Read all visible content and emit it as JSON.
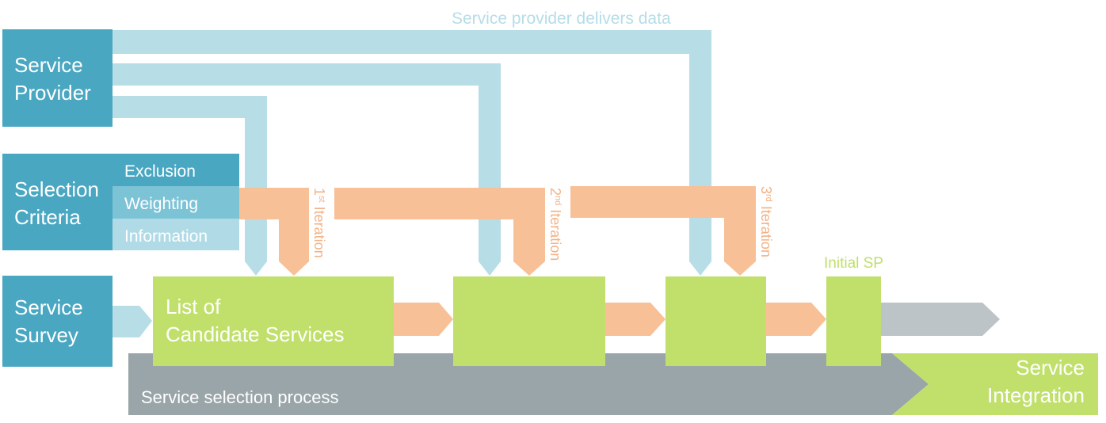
{
  "labels": {
    "delivers_data": "Service provider delivers data",
    "service_provider_l1": "Service",
    "service_provider_l2": "Provider",
    "selection_criteria_l1": "Selection",
    "selection_criteria_l2": "Criteria",
    "exclusion": "Exclusion",
    "weighting": "Weighting",
    "information": "Information",
    "service_survey_l1": "Service",
    "service_survey_l2": "Survey",
    "candidate_l1": "List of",
    "candidate_l2": "Candidate Services",
    "iter1_sup": "st",
    "iter1_num": "1",
    "iter2_num": "2",
    "iter2_sup": "nd",
    "iter3_num": "3",
    "iter3_sup": "rd",
    "iteration_word": "Iteration",
    "initial_sp": "Initial SP",
    "process": "Service selection process",
    "integration_l1": "Service",
    "integration_l2": "Integration"
  },
  "colors": {
    "teal_dark": "#4aa7c2",
    "teal_mid": "#7dc3d6",
    "teal_light": "#b0dbe6",
    "flow_blue": "#b7dde7",
    "orange": "#f8c096",
    "green": "#c0e06b",
    "gray": "#9aa5a9",
    "gray_light": "#bcc4c7"
  }
}
